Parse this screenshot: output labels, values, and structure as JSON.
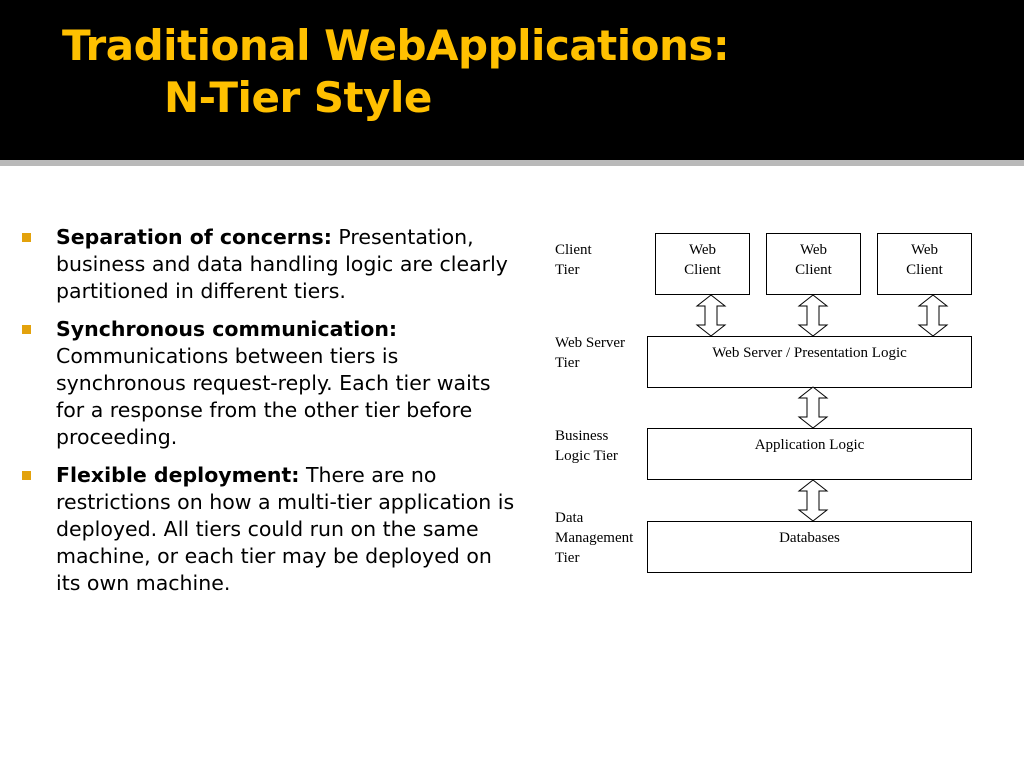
{
  "slide": {
    "title_line1": "Traditional WebApplications:",
    "title_line2": "N-Tier Style"
  },
  "bullets": [
    {
      "lead": "Separation of concerns:",
      "text": " Presentation, business and data handling logic are clearly partitioned in different tiers."
    },
    {
      "lead": "Synchronous communication:",
      "text": " Communications between tiers is synchronous request-reply. Each tier waits for a response from the other tier before proceeding."
    },
    {
      "lead": "Flexible deployment:",
      "text": " There are no restrictions on how a multi-tier application is deployed. All tiers could run on the same machine, or each tier may be deployed on its own machine."
    }
  ],
  "diagram": {
    "tier_labels": {
      "client": "Client\nTier",
      "web_server": "Web Server\nTier",
      "business": "Business\nLogic Tier",
      "data": "Data\nManagement\nTier"
    },
    "clients": [
      "Web\nClient",
      "Web\nClient",
      "Web\nClient"
    ],
    "web_server_box": "Web Server / Presentation Logic",
    "app_logic_box": "Application Logic",
    "databases_box": "Databases"
  },
  "colors": {
    "header_bg": "#000000",
    "title": "#ffc000",
    "bullet": "#e3a20c",
    "rule": "#b9b9b9"
  }
}
